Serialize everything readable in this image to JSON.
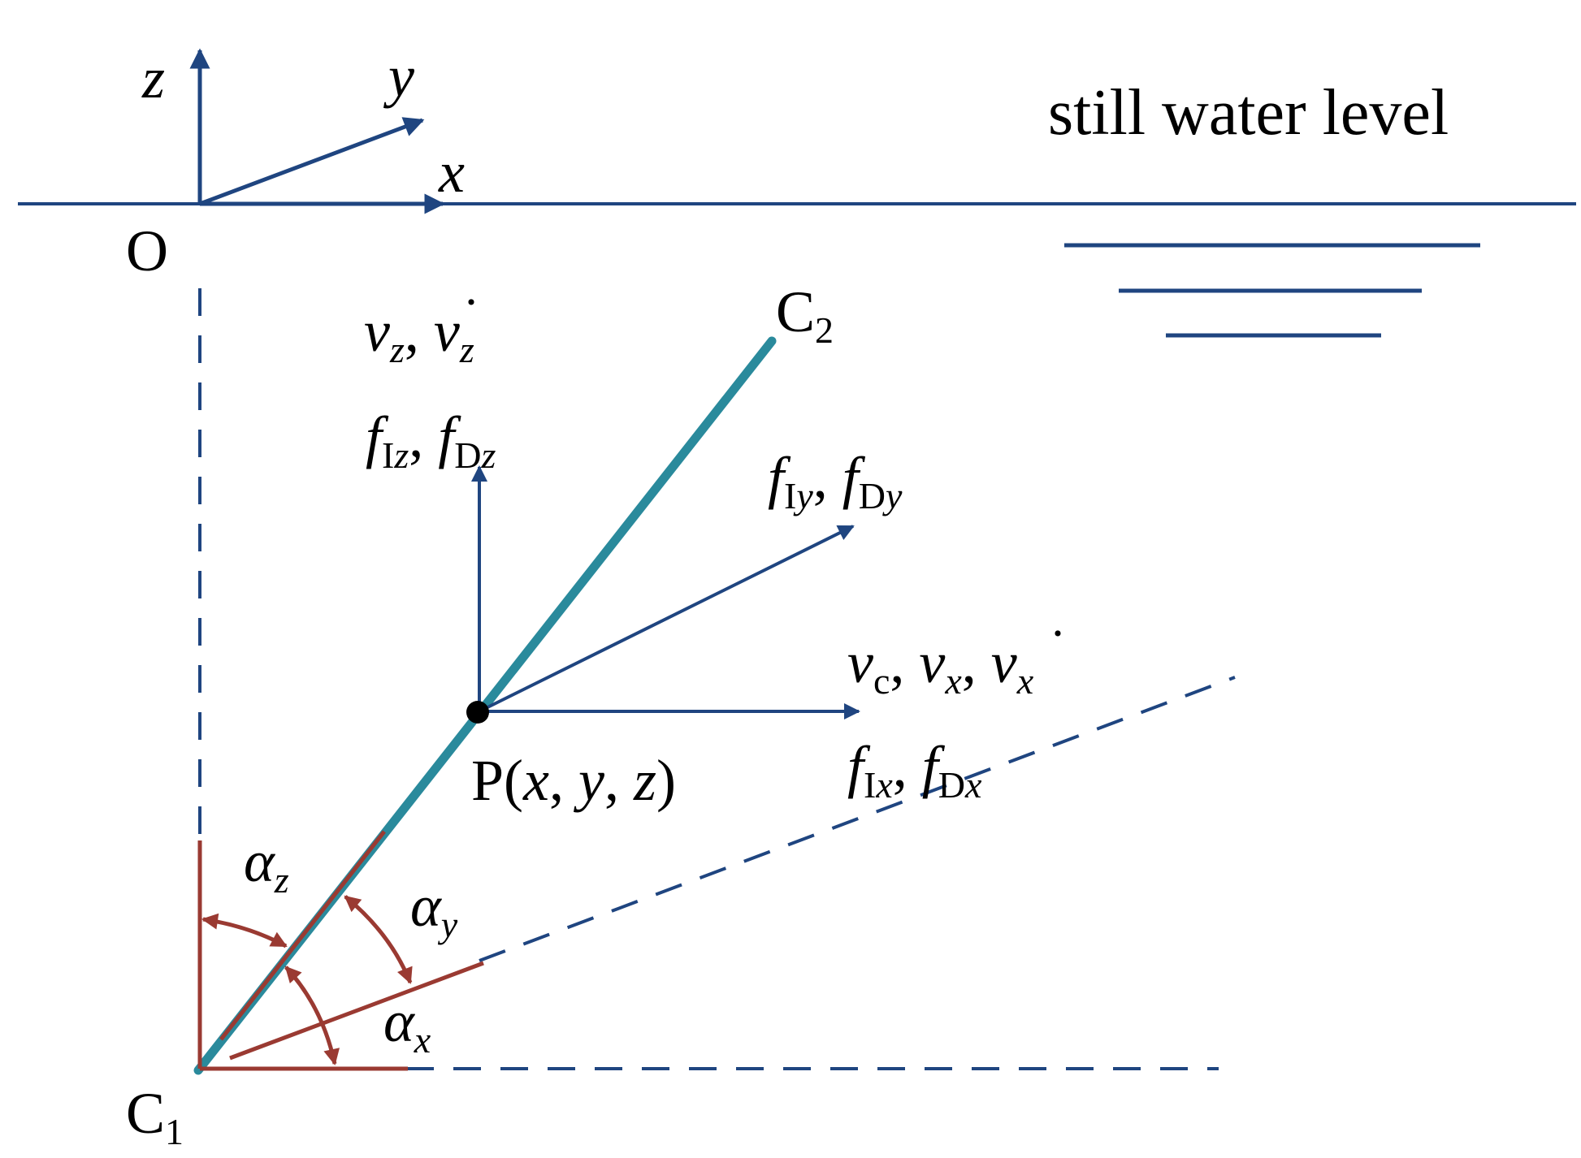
{
  "colors": {
    "axis": "#1f4580",
    "member": "#2a8a9c",
    "angle": "#9a3a32",
    "text": "#000000"
  },
  "labels": {
    "origin": "O",
    "axis_x": "x",
    "axis_y": "y",
    "axis_z": "z",
    "still_water": "still water level",
    "c2_main": "C",
    "c2_sub": "2",
    "c1_main": "C",
    "c1_sub": "1",
    "point": {
      "p": "P(",
      "x": "x",
      "c1": ", ",
      "y": "y",
      "c2": ", ",
      "z": "z",
      "close": ")"
    },
    "z_block": {
      "v": "v",
      "sub_z": "z",
      "comma": ", ",
      "vdot": "v",
      "dot": "·",
      "sub_z2": "z",
      "f1": "f",
      "sub_Iz_I": "I",
      "sub_Iz_z": "z",
      "comma2": ", ",
      "f2": "f",
      "sub_Dz_D": "D",
      "sub_Dz_z": "z"
    },
    "y_block": {
      "f1": "f",
      "sub_I": "I",
      "sub_y": "y",
      "comma": ", ",
      "f2": "f",
      "sub_D": "D",
      "sub_y2": "y"
    },
    "x_block": {
      "v1": "v",
      "sub_c": "c",
      "comma1": ", ",
      "v2": "v",
      "sub_x": "x",
      "comma2": ", ",
      "v3": "v",
      "dot": "·",
      "sub_x2": "x",
      "f1": "f",
      "sub_I": "I",
      "sub_x3": "x",
      "comma3": ", ",
      "f2": "f",
      "sub_D": "D",
      "sub_x4": "x"
    },
    "alpha_z": {
      "a": "α",
      "sub": "z"
    },
    "alpha_y": {
      "a": "α",
      "sub": "y"
    },
    "alpha_x": {
      "a": "α",
      "sub": "x"
    }
  }
}
